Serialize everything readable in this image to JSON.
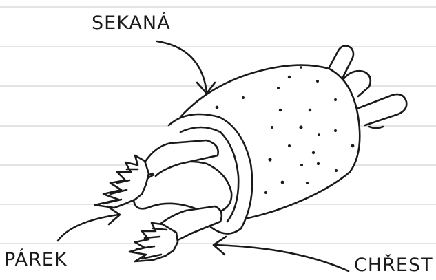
{
  "colors": {
    "ink": "#1a1a1a",
    "paper": "#ffffff",
    "ruled_lines": "#c9c9c9"
  },
  "labels": {
    "sekana": "SEKANÁ",
    "parek": "PÁREK",
    "chrest": "CHŘEST"
  },
  "icons": {
    "sekana_arrow": "curved-arrow-icon",
    "parek_arrow": "curved-arrow-icon",
    "chrest_arrow": "curved-arrow-icon"
  }
}
